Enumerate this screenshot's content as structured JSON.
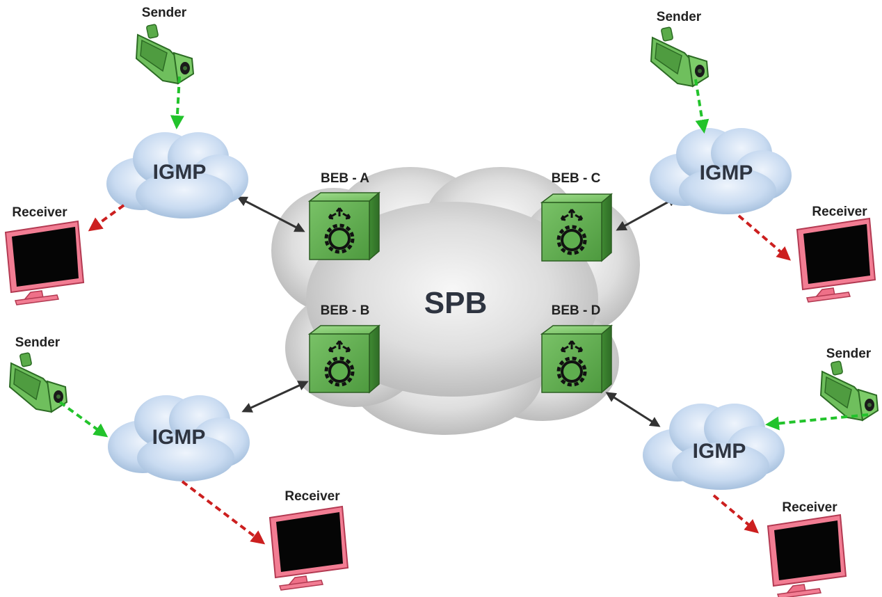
{
  "core": {
    "label": "SPB"
  },
  "switches": [
    {
      "id": "a",
      "label": "BEB - A"
    },
    {
      "id": "b",
      "label": "BEB - B"
    },
    {
      "id": "c",
      "label": "BEB - C"
    },
    {
      "id": "d",
      "label": "BEB - D"
    }
  ],
  "sites": [
    {
      "id": "top-left",
      "cloud_label": "IGMP",
      "sender_label": "Sender",
      "receiver_label": "Receiver"
    },
    {
      "id": "top-right",
      "cloud_label": "IGMP",
      "sender_label": "Sender",
      "receiver_label": "Receiver"
    },
    {
      "id": "bottom-left",
      "cloud_label": "IGMP",
      "sender_label": "Sender",
      "receiver_label": "Receiver"
    },
    {
      "id": "bottom-right",
      "cloud_label": "IGMP",
      "sender_label": "Sender",
      "receiver_label": "Receiver"
    }
  ],
  "colors": {
    "sender_flow": "#22c32b",
    "receiver_flow": "#cc1f1f",
    "link": "#333333",
    "switch": "#5fae4f",
    "monitor_frame": "#ee6f86",
    "igmp_cloud": "#c7d9f0",
    "spb_cloud": "#dcdcdc"
  },
  "icons": {
    "sender": "camera-icon",
    "receiver": "monitor-icon",
    "switch": "router-switch-icon"
  }
}
